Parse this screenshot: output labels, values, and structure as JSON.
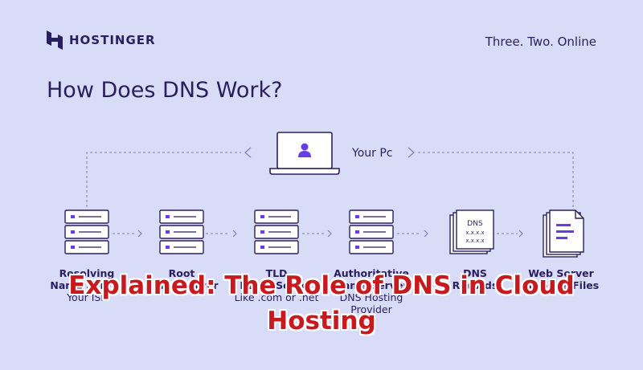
{
  "brand": {
    "name": "HOSTINGER",
    "tagline": "Three. Two. Online"
  },
  "title": "How Does DNS Work?",
  "pc": {
    "label": "Your Pc"
  },
  "nodes": [
    {
      "line1": "Resolving",
      "line2": "Name Server",
      "line3": "Your ISP",
      "icon": "server-icon"
    },
    {
      "line1": "Root",
      "line2": "Name Server",
      "line3": "",
      "icon": "server-icon"
    },
    {
      "line1": "TLD",
      "line2": "Name Server",
      "line3": "Like .com or .net",
      "icon": "server-icon"
    },
    {
      "line1": "Authoritative",
      "line2": "Name Server",
      "line3": "DNS Hosting Provider",
      "icon": "server-icon"
    },
    {
      "line1": "DNS",
      "line2": "Records",
      "line3": "",
      "icon": "dns-records-icon"
    },
    {
      "line1": "Web Server",
      "line2": "Website Files",
      "line3": "",
      "icon": "document-icon"
    }
  ],
  "dns_card_text": {
    "title": "DNS",
    "row": "x.x.x.x"
  },
  "overlay_title": {
    "line1": "Explained: The Role of DNS in Cloud",
    "line2": "Hosting"
  },
  "colors": {
    "background": "#d9dcf6",
    "ink": "#2a1f5e",
    "accent": "#673de6",
    "overlay": "#c8191f"
  }
}
